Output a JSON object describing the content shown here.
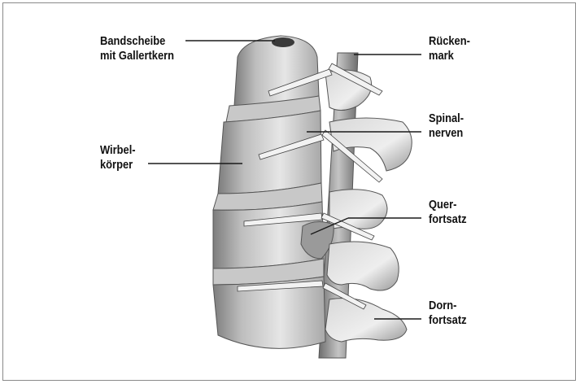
{
  "labels": {
    "disc_line1": "Bandscheibe",
    "disc_line2": "mit Gallertkern",
    "body_line1": "Wirbel-",
    "body_line2": "körper",
    "cord_line1": "Rücken-",
    "cord_line2": "mark",
    "nerves_line1": "Spinal-",
    "nerves_line2": "nerven",
    "transverse_line1": "Quer-",
    "transverse_line2": "fortsatz",
    "spinous_line1": "Dorn-",
    "spinous_line2": "fortsatz"
  },
  "colors": {
    "bone": "#dcdcdc",
    "bone_shadow": "#8c8c8c",
    "disc": "#c8c8c8",
    "nerve": "#f2f2f2",
    "line": "#1a1a1a"
  }
}
